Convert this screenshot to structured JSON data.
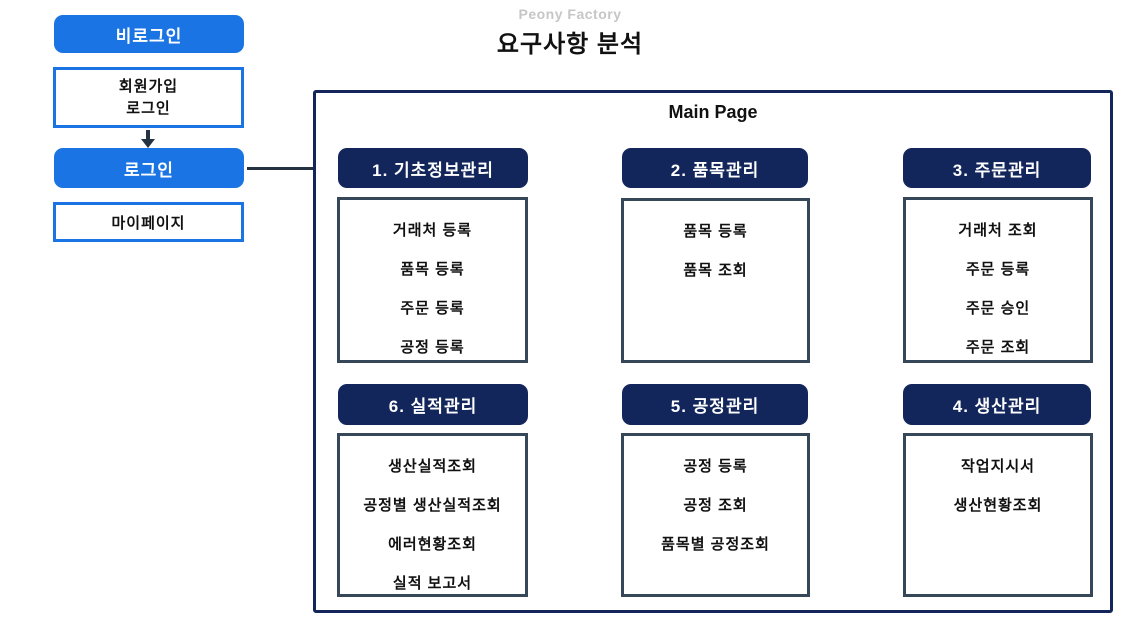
{
  "header": {
    "brand": "Peony Factory",
    "heading": "요구사항 분석"
  },
  "colors": {
    "primary_blue": "#1b74e4",
    "navy": "#12265b",
    "list_box_border": "#37475a",
    "arrow": "#253241",
    "brand_gray": "#c6c6c6"
  },
  "auth_flow": {
    "no_login": "비로그인",
    "signup_line1": "회원가입",
    "signup_line2": "로그인",
    "login": "로그인",
    "mypage": "마이페이지"
  },
  "main_page": {
    "title": "Main Page",
    "modules": [
      {
        "label": "1. 기초정보관리",
        "items": [
          "거래처 등록",
          "품목 등록",
          "주문 등록",
          "공정 등록"
        ]
      },
      {
        "label": "2. 품목관리",
        "items": [
          "품목 등록",
          "품목 조회"
        ]
      },
      {
        "label": "3. 주문관리",
        "items": [
          "거래처 조회",
          "주문 등록",
          "주문 승인",
          "주문 조회"
        ]
      },
      {
        "label": "4. 생산관리",
        "items": [
          "작업지시서",
          "생산현황조회"
        ]
      },
      {
        "label": "5. 공정관리",
        "items": [
          "공정 등록",
          "공정 조회",
          "품목별 공정조회"
        ]
      },
      {
        "label": "6. 실적관리",
        "items": [
          "생산실적조회",
          "공정별 생산실적조회",
          "에러현황조회",
          "실적 보고서"
        ]
      }
    ]
  }
}
